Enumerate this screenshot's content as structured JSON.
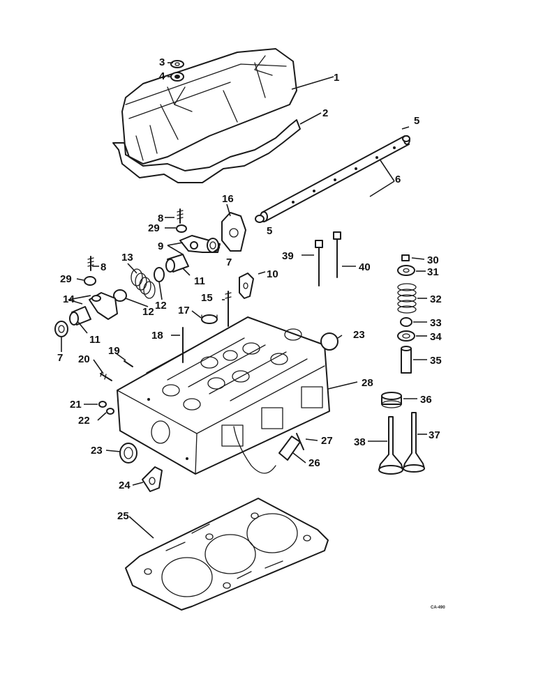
{
  "figure_code": "CA-490",
  "callouts": [
    {
      "id": "c1",
      "text": "1"
    },
    {
      "id": "c2",
      "text": "2"
    },
    {
      "id": "c3",
      "text": "3"
    },
    {
      "id": "c4",
      "text": "4"
    },
    {
      "id": "c5a",
      "text": "5"
    },
    {
      "id": "c5b",
      "text": "5"
    },
    {
      "id": "c6",
      "text": "6"
    },
    {
      "id": "c7a",
      "text": "7"
    },
    {
      "id": "c7b",
      "text": "7"
    },
    {
      "id": "c8a",
      "text": "8"
    },
    {
      "id": "c8b",
      "text": "8"
    },
    {
      "id": "c9",
      "text": "9"
    },
    {
      "id": "c10",
      "text": "10"
    },
    {
      "id": "c11a",
      "text": "11"
    },
    {
      "id": "c11b",
      "text": "11"
    },
    {
      "id": "c12a",
      "text": "12"
    },
    {
      "id": "c12b",
      "text": "12"
    },
    {
      "id": "c13",
      "text": "13"
    },
    {
      "id": "c14",
      "text": "14"
    },
    {
      "id": "c15",
      "text": "15"
    },
    {
      "id": "c16",
      "text": "16"
    },
    {
      "id": "c17",
      "text": "17"
    },
    {
      "id": "c18",
      "text": "18"
    },
    {
      "id": "c19",
      "text": "19"
    },
    {
      "id": "c20",
      "text": "20"
    },
    {
      "id": "c21",
      "text": "21"
    },
    {
      "id": "c22",
      "text": "22"
    },
    {
      "id": "c23a",
      "text": "23"
    },
    {
      "id": "c23b",
      "text": "23"
    },
    {
      "id": "c24",
      "text": "24"
    },
    {
      "id": "c25",
      "text": "25"
    },
    {
      "id": "c26",
      "text": "26"
    },
    {
      "id": "c27",
      "text": "27"
    },
    {
      "id": "c28",
      "text": "28"
    },
    {
      "id": "c29a",
      "text": "29"
    },
    {
      "id": "c29b",
      "text": "29"
    },
    {
      "id": "c30",
      "text": "30"
    },
    {
      "id": "c31",
      "text": "31"
    },
    {
      "id": "c32",
      "text": "32"
    },
    {
      "id": "c33",
      "text": "33"
    },
    {
      "id": "c34",
      "text": "34"
    },
    {
      "id": "c35",
      "text": "35"
    },
    {
      "id": "c36",
      "text": "36"
    },
    {
      "id": "c37",
      "text": "37"
    },
    {
      "id": "c38",
      "text": "38"
    },
    {
      "id": "c39",
      "text": "39"
    },
    {
      "id": "c40",
      "text": "40"
    }
  ]
}
